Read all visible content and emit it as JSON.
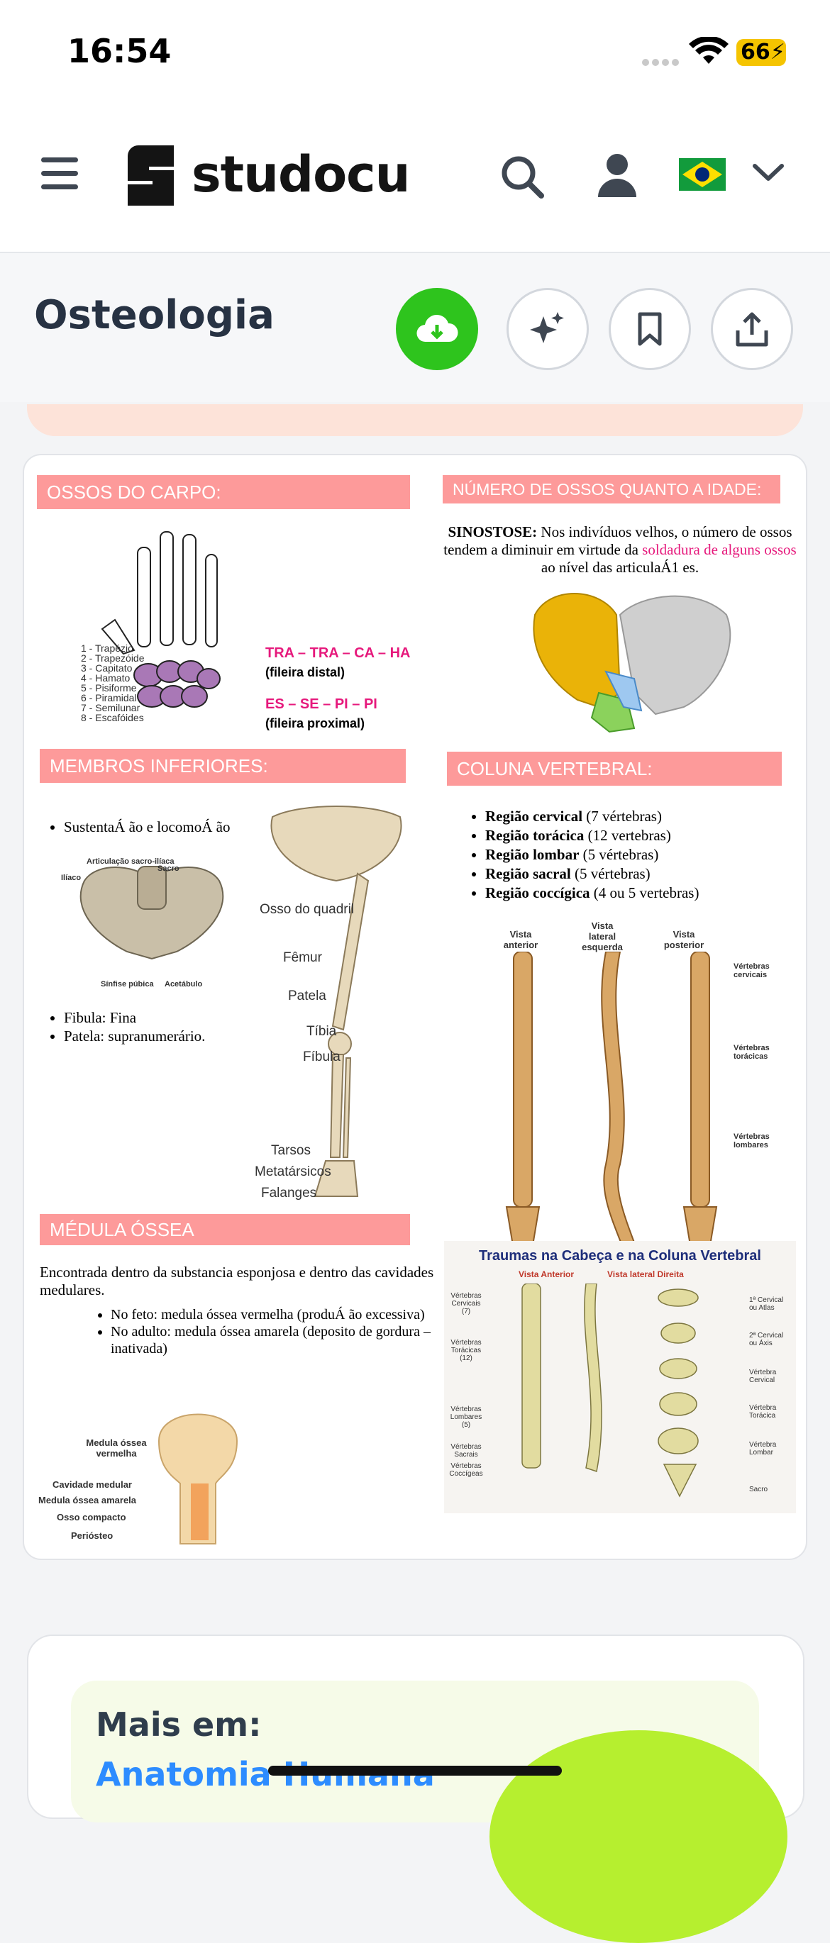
{
  "status_bar": {
    "time": "16:54",
    "battery": "66"
  },
  "header": {
    "logo": "studocu",
    "icons": [
      "menu-icon",
      "search-icon",
      "user-icon",
      "flag-brazil-icon",
      "chevron-down-icon"
    ]
  },
  "document": {
    "title": "Osteologia"
  },
  "actions": [
    "download-icon",
    "sparkle-icon",
    "bookmark-icon",
    "share-icon"
  ],
  "colors": {
    "download": "#2ec41d",
    "section_header": "#fd9a9a",
    "accent_pink": "#e6197c",
    "link_blue": "#2d8cff"
  },
  "page": {
    "carpo": {
      "header": "OSSOS DO CARPO:",
      "legend": [
        "1 - Trapézio",
        "2 - Trapezóide",
        "3 - Capitato",
        "4 - Hamato",
        "5 - Pisiforme",
        "6 - Piramidal",
        "7 - Semilunar",
        "8 - Escafóides"
      ],
      "mnemonic1": "TRA – TRA – CA – HA",
      "row1": "(fileira distal)",
      "mnemonic2": "ES – SE – PI – PI",
      "row2": "(fileira proximal)"
    },
    "idade": {
      "header": "NÚMERO DE OSSOS QUANTO A IDADE:",
      "bold": "SINOSTOSE:",
      "text1": " Nos indivíduos velhos, o número de ossos tendem a diminuir em virtude da ",
      "pink": "soldadura de alguns ossos",
      "text2": " ao nível das articulaÁ1 es."
    },
    "membros": {
      "header": "MEMBROS INFERIORES:",
      "bullet1": "SustentaÁ ão e locomoÁ ão",
      "pelvis_labels": [
        "Articulação sacro-ilíaca",
        "Ilíaco",
        "Sacro",
        "Sínfise púbica",
        "Acetábulo"
      ],
      "bullet2": "Fibula: Fina",
      "bullet3": "Patela: supranumerário.",
      "leg_labels": [
        "Osso do quadril",
        "Fêmur",
        "Patela",
        "Tíbia",
        "Fíbula",
        "Tarsos",
        "Metatársicos",
        "Falanges"
      ]
    },
    "coluna": {
      "header": "COLUNA VERTEBRAL:",
      "items": [
        {
          "bold": "Região cervical",
          "rest": " (7 vértebras)"
        },
        {
          "bold": "Região torácica",
          "rest": " (12 vertebras)"
        },
        {
          "bold": "Região lombar",
          "rest": " (5 vértebras)"
        },
        {
          "bold": "Região sacral",
          "rest": " (5 vértebras)"
        },
        {
          "bold": "Região coccígica",
          "rest": " (4 ou 5 vertebras)"
        }
      ],
      "views": [
        "Vista anterior",
        "Vista lateral esquerda",
        "Vista posterior"
      ],
      "side_labels": [
        "Vértebras cervicais",
        "Vértebras torácicas",
        "Vértebras lombares"
      ]
    },
    "medula": {
      "header": "MÉDULA ÓSSEA",
      "text": "Encontrada dentro da substancia esponjosa e dentro das cavidades medulares.",
      "b1": "No feto: medula óssea vermelha (produÁ ão excessiva)",
      "b2": "No adulto: medula óssea amarela (deposito de gordura – inativada)",
      "labels": [
        "Medula óssea vermelha",
        "Cavidade medular",
        "Medula óssea amarela",
        "Osso compacto",
        "Periósteo"
      ]
    },
    "traumas": {
      "title": "Traumas na Cabeça e na Coluna  Vertebral",
      "sub1": "Vista Anterior",
      "sub2": "Vista lateral Direita",
      "left_labels": [
        "Vértebras Cervicais (7)",
        "Vértebras Torácicas (12)",
        "Vértebras Lombares (5)",
        "Vértebras Sacrais",
        "Vértebras Coccígeas"
      ],
      "right_labels": [
        "1ª Cervical ou Atlas",
        "2ª Cervical ou Áxis",
        "Vértebra Cervical",
        "Vértebra Torácica",
        "Vértebra Lombar",
        "Sacro"
      ]
    }
  },
  "promo": {
    "label": "Mais em:",
    "link": "Anatomia Humana"
  }
}
